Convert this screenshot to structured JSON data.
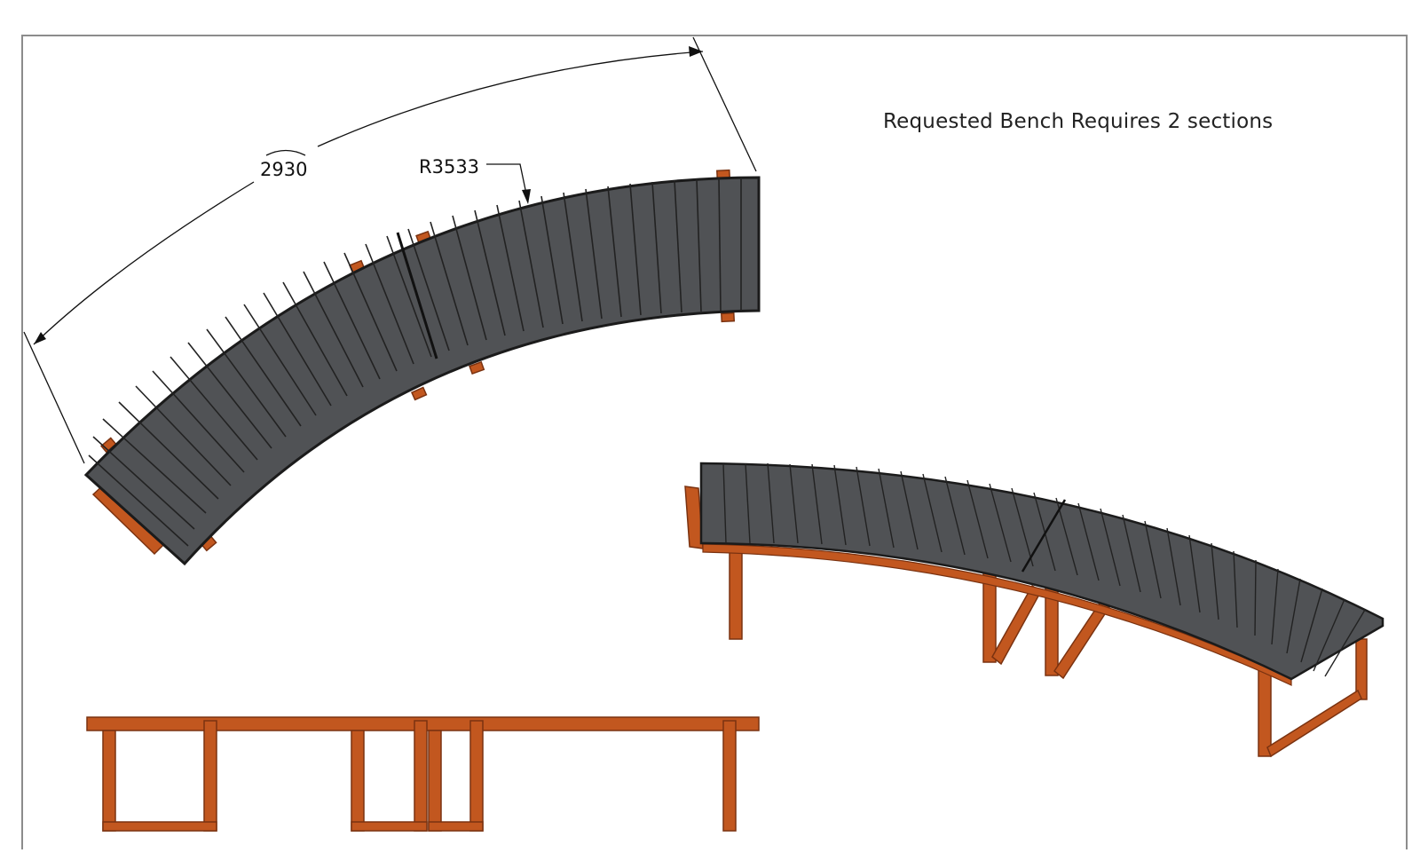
{
  "note": "Requested Bench Requires 2 sections",
  "dimensions": {
    "arc_length": "2930",
    "radius": "R3533"
  },
  "colors": {
    "border": "#8c8c8c",
    "seat": "#505255",
    "seat_edge": "#1b1b1b",
    "frame": "#c2571f",
    "frame_dark": "#7a3210",
    "dim_line": "#111111"
  }
}
